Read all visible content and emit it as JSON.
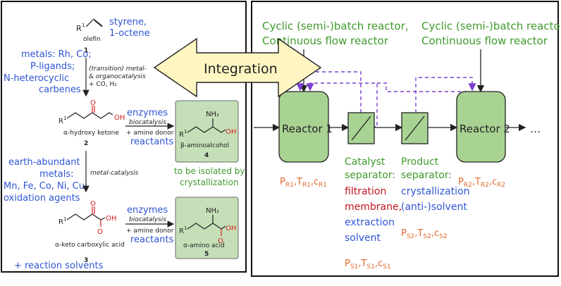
{
  "left_panel": {
    "styrene": "styrene,",
    "octene": "1-octene",
    "r1_olefin": "R",
    "r1_sup": "1",
    "olefin_label": "olefin",
    "compound_1": "1",
    "metals_lines": [
      "metals: Rh, Co;",
      "P-ligands;",
      "N-heterocyclic",
      "carbenes"
    ],
    "catalysis_lines": [
      "(transition) metal-",
      "& organocatalysis",
      "+ CO, H₂"
    ],
    "hydroxy_ketone": "α-hydroxy ketone",
    "compound_2": "2",
    "enzymes_1": "enzymes",
    "biocatalysis_1": "biocatalysis",
    "amine_donor_1": "+ amine donor",
    "reactants_1": "reactants",
    "nh2_1": "NH₂",
    "oh_1": "OH",
    "aminoalcohol": "β-aminoalcohol",
    "compound_4": "4",
    "isolated_lines": [
      "to be isolated by",
      "crystallization"
    ],
    "earth_metals_lines": [
      "earth-abundant",
      "metals:",
      "Mn, Fe, Co, Ni, Cu;",
      "oxidation agents"
    ],
    "metal_catalysis": "metal-catalysis",
    "enzymes_2": "enzymes",
    "biocatalysis_2": "biocatalysis",
    "amine_donor_2": "+ amine donor",
    "reactants_2": "reactants",
    "keto_acid": "α-keto carboxylic acid",
    "compound_3": "3",
    "amino_acid": "α-amino acid",
    "compound_5": "5",
    "solvents": "+ reaction solvents",
    "o_label": "O",
    "oh_label": "OH",
    "nh2_2": "NH₂"
  },
  "integration_label": "Integration",
  "right_panel": {
    "reactor_type_left": [
      "Cyclic (semi-)batch reactor,",
      "Continuous flow reactor"
    ],
    "reactor_type_right": [
      "Cyclic (semi-)batch reactor,",
      "Continuous flow reactor"
    ],
    "reactor_1": "Reactor 1",
    "reactor_2": "Reactor 2",
    "ellipsis": "…",
    "params_r1": "P",
    "catalyst_sep_lines": [
      "Catalyst",
      "separator:"
    ],
    "catalyst_options": [
      "filtration",
      "membrane,",
      "extraction",
      "solvent"
    ],
    "product_sep_lines": [
      "Product",
      "separator:"
    ],
    "product_options": [
      "crystallization",
      "(anti-)solvent"
    ]
  },
  "colors": {
    "blue": "#2f55d4",
    "green": "#3f9b2c",
    "orange": "#e36a2e",
    "red": "#c0141c",
    "reactor_fill": "#a9d393",
    "product_box": "#c5e0b8",
    "arrow_fill": "#fff6c2",
    "dashed": "#7a3fcf"
  }
}
